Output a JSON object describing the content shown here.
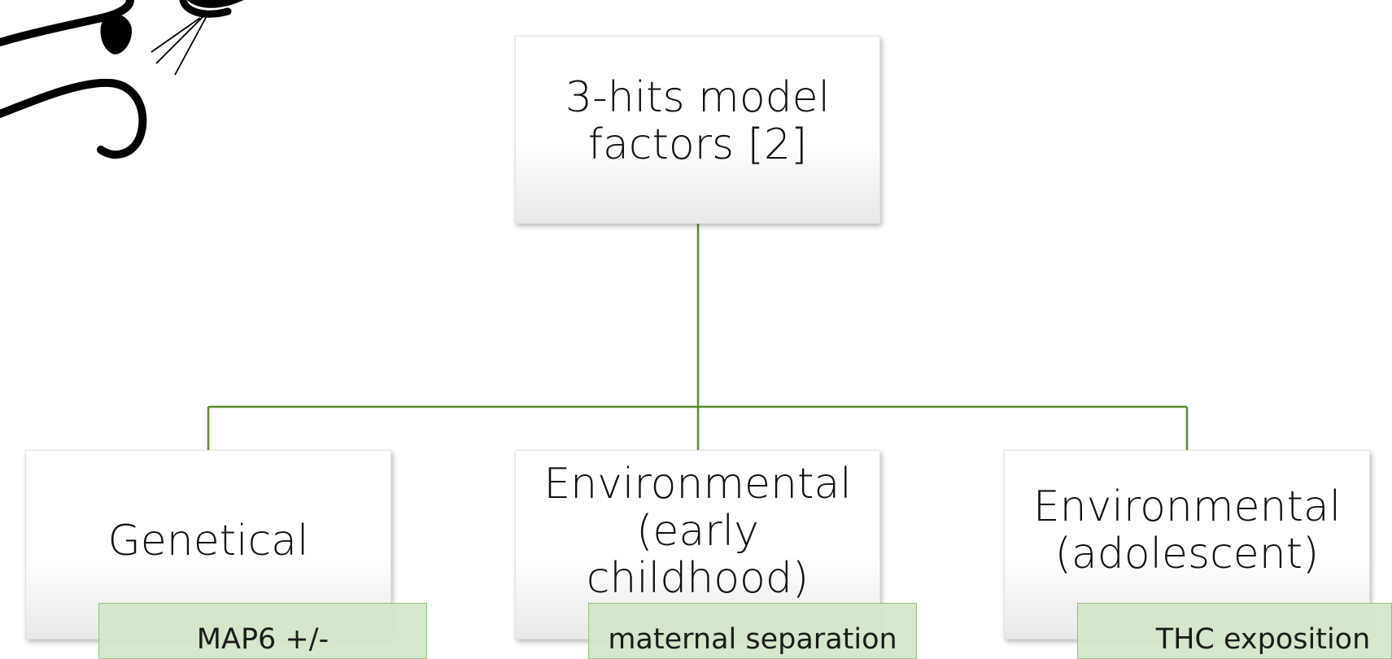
{
  "diagram": {
    "root": {
      "label": "3-hits model\nfactors [2]"
    },
    "children": [
      {
        "label": "Genetical",
        "note": "MAP6 +/-"
      },
      {
        "label": "Environmental\n(early\nchildhood)",
        "note": "maternal separation"
      },
      {
        "label": "Environmental\n(adolescent)",
        "note": "THC exposition"
      }
    ],
    "connector_color": "#5b8c32",
    "note_fill": "#d5e6cb",
    "note_border": "#8fbf7a"
  },
  "decoration": {
    "icon": "mouse-silhouette-icon"
  }
}
